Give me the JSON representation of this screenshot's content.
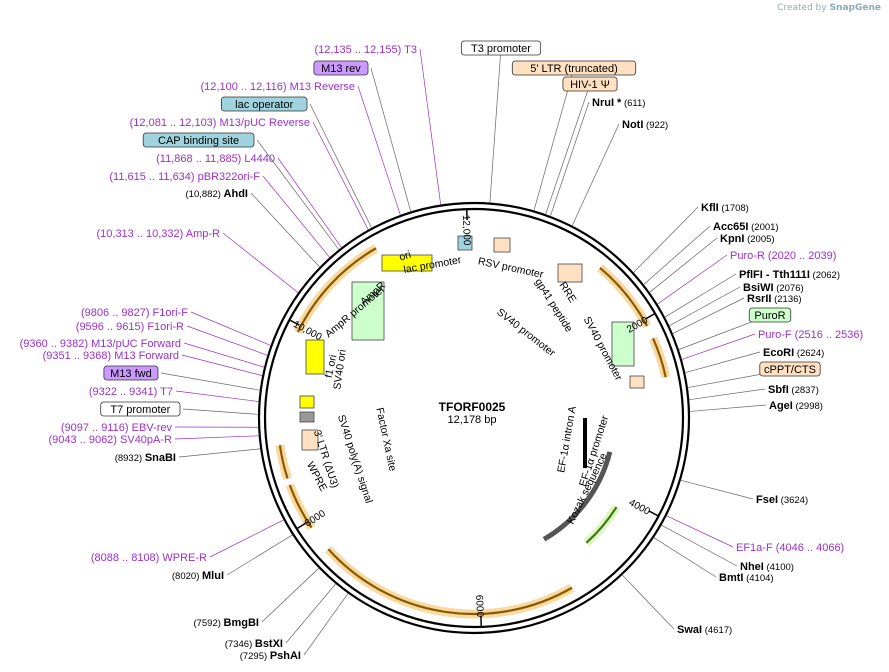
{
  "credit": {
    "prefix": "Created by",
    "brand": "SnapGene"
  },
  "plasmid": {
    "name": "TFORF0025",
    "size": "12,178 bp"
  },
  "colors": {
    "primer": "#9b30c9",
    "site": "#000000",
    "feature_orange": "#f5a623",
    "ori_yellow": "#ffff00",
    "green": "#ccffcc",
    "blue": "#9fd3de",
    "violet": "#cc99ff",
    "peach": "#ffe0c0"
  },
  "ticks": [
    {
      "label": "2000"
    },
    {
      "label": "4000"
    },
    {
      "label": "6000"
    },
    {
      "label": "8000"
    },
    {
      "label": "10,000"
    },
    {
      "label": "12,000"
    }
  ],
  "labels": [
    {
      "text": "(12,135 .. 12,155)",
      "name": "T3",
      "kind": "primer"
    },
    {
      "text": "",
      "name": "M13 rev",
      "kind": "box-violet"
    },
    {
      "text": "(12,100 .. 12,116)",
      "name": "M13 Reverse",
      "kind": "primer"
    },
    {
      "text": "",
      "name": "lac operator",
      "kind": "box-blue"
    },
    {
      "text": "(12,081 .. 12,103)",
      "name": "M13/pUC Reverse",
      "kind": "primer"
    },
    {
      "text": "",
      "name": "CAP binding site",
      "kind": "box-blue"
    },
    {
      "text": "(11,868 .. 11,885)",
      "name": "L4440",
      "kind": "primer"
    },
    {
      "text": "(11,615 .. 11,634)",
      "name": "pBR322ori-F",
      "kind": "primer"
    },
    {
      "text": "(10,882)",
      "name": "AhdI",
      "kind": "site"
    },
    {
      "text": "(10,313 .. 10,332)",
      "name": "Amp-R",
      "kind": "primer"
    },
    {
      "text": "(9806 .. 9827)",
      "name": "F1ori-F",
      "kind": "primer"
    },
    {
      "text": "(9596 .. 9615)",
      "name": "F1ori-R",
      "kind": "primer"
    },
    {
      "text": "(9360 .. 9382)",
      "name": "M13/pUC Forward",
      "kind": "primer"
    },
    {
      "text": "(9351 .. 9368)",
      "name": "M13 Forward",
      "kind": "primer"
    },
    {
      "text": "",
      "name": "M13 fwd",
      "kind": "box-violet"
    },
    {
      "text": "(9322 .. 9341)",
      "name": "T7",
      "kind": "primer"
    },
    {
      "text": "",
      "name": "T7 promoter",
      "kind": "box-white"
    },
    {
      "text": "(9097 .. 9116)",
      "name": "EBV-rev",
      "kind": "primer"
    },
    {
      "text": "(9043 .. 9062)",
      "name": "SV40pA-R",
      "kind": "primer"
    },
    {
      "text": "(8932)",
      "name": "SnaBI",
      "kind": "site"
    },
    {
      "text": "(8088 .. 8108)",
      "name": "WPRE-R",
      "kind": "primer"
    },
    {
      "text": "(8020)",
      "name": "MluI",
      "kind": "site"
    },
    {
      "text": "(7592)",
      "name": "BmgBI",
      "kind": "site"
    },
    {
      "text": "(7346)",
      "name": "BstXI",
      "kind": "site"
    },
    {
      "text": "(7295)",
      "name": "PshAI",
      "kind": "site"
    },
    {
      "text": "",
      "name": "T3 promoter",
      "kind": "box-white"
    },
    {
      "text": "",
      "name": "5' LTR (truncated)",
      "kind": "box-peach"
    },
    {
      "text": "",
      "name": "HIV-1 Ψ",
      "kind": "box-peach"
    },
    {
      "text": "(611)",
      "name": "NruI *",
      "kind": "site"
    },
    {
      "text": "(922)",
      "name": "NotI",
      "kind": "site"
    },
    {
      "text": "(1708)",
      "name": "KflI",
      "kind": "site"
    },
    {
      "text": "(2001)",
      "name": "Acc65I",
      "kind": "site"
    },
    {
      "text": "(2005)",
      "name": "KpnI",
      "kind": "site"
    },
    {
      "text": "(2020 .. 2039)",
      "name": "Puro-R",
      "kind": "primer"
    },
    {
      "text": "(2062)",
      "name": "PflFI  - Tth111I",
      "kind": "site"
    },
    {
      "text": "(2076)",
      "name": "BsiWI",
      "kind": "site"
    },
    {
      "text": "(2136)",
      "name": "RsrII",
      "kind": "site"
    },
    {
      "text": "",
      "name": "PuroR",
      "kind": "box-green"
    },
    {
      "text": "(2516 .. 2536)",
      "name": "Puro-F",
      "kind": "primer"
    },
    {
      "text": "(2624)",
      "name": "EcoRI",
      "kind": "site"
    },
    {
      "text": "",
      "name": "cPPT/CTS",
      "kind": "box-peach"
    },
    {
      "text": "(2837)",
      "name": "SbfI",
      "kind": "site"
    },
    {
      "text": "(2998)",
      "name": "AgeI",
      "kind": "site"
    },
    {
      "text": "(3624)",
      "name": "FseI",
      "kind": "site"
    },
    {
      "text": "(4046 .. 4066)",
      "name": "EF1a-F",
      "kind": "primer"
    },
    {
      "text": "(4100)",
      "name": "NheI",
      "kind": "site"
    },
    {
      "text": "(4104)",
      "name": "BmtI",
      "kind": "site"
    },
    {
      "text": "(4617)",
      "name": "SwaI",
      "kind": "site"
    }
  ],
  "inner_labels": [
    "ori",
    "lac promoter",
    "RSV promoter",
    "AmpR",
    "AmpR promoter",
    "RRE",
    "gp41 peptide",
    "SV40 promoter",
    "SV40 promoter",
    "f1 ori",
    "SV40 ori",
    "Factor Xa site",
    "SV40 poly(A) signal",
    "3' LTR (ΔU3)",
    "WPRE",
    "EF-1α intron A",
    "EF-1α promoter",
    "Kozak sequence"
  ]
}
